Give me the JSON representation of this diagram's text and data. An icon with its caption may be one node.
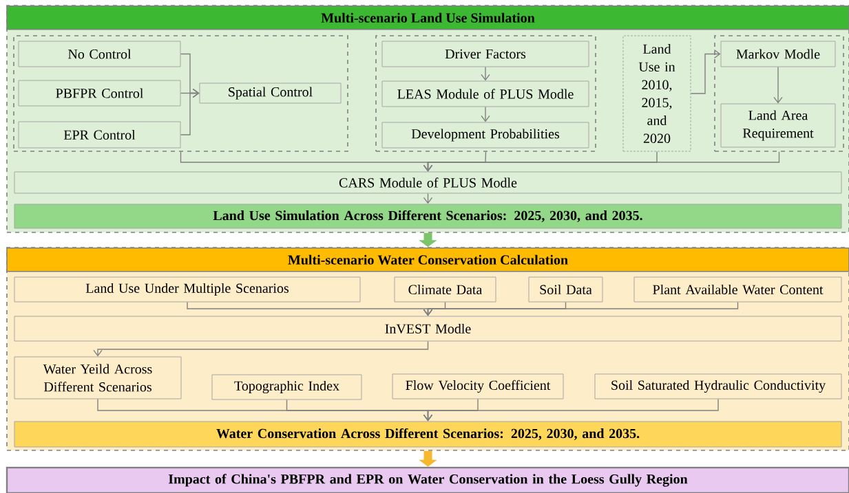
{
  "diagram": {
    "nodes": [
      {
        "text": [
          "Multi-scenario Land Use Simulation"
        ]
      },
      {
        "text": [],
        "shape": "box",
        "in": 0
      },
      {
        "text": [
          "No Control"
        ],
        "in": 1
      },
      {
        "text": [
          "PBFPR Control"
        ],
        "in": 1
      },
      {
        "text": [
          "EPR Control"
        ],
        "in": 1
      },
      {
        "text": [
          "Spatial Control"
        ],
        "in": 1
      },
      {
        "text": [],
        "shape": "box",
        "in": 0
      },
      {
        "text": [
          "Driver Factors"
        ],
        "in": 6
      },
      {
        "text": [
          "LEAS Module of PLUS Modle"
        ],
        "in": 6
      },
      {
        "text": [
          "Development Probabilities"
        ],
        "in": 6
      },
      {
        "text": [
          "Land Use in 2010, 2015, and 2020"
        ],
        "in": 0
      },
      {
        "text": [],
        "shape": "box",
        "in": 0
      },
      {
        "text": [
          "Markov Modle"
        ],
        "in": 11
      },
      {
        "text": [
          "Land Area Requirement"
        ],
        "in": 11
      },
      {
        "text": [
          "CARS Module of PLUS Modle"
        ],
        "in": 0
      },
      {
        "text": [
          "Land Use Simulation Across Different Scenarios: 2025, 2030, and 2035."
        ],
        "in": 0
      },
      {
        "text": [
          "Multi-scenario Water Conservation Calculation"
        ]
      },
      {
        "text": [
          "Land Use Under Multiple Scenarios"
        ],
        "in": 16
      },
      {
        "text": [
          "Climate Data"
        ],
        "in": 16
      },
      {
        "text": [
          "Soil Data"
        ],
        "in": 16
      },
      {
        "text": [
          "Plant Available Water Content"
        ],
        "in": 16
      },
      {
        "text": [
          "InVEST Modle"
        ],
        "in": 16
      },
      {
        "text": [
          "Water Yeild Across Different Scenarios"
        ],
        "in": 16
      },
      {
        "text": [
          "Topographic Index"
        ],
        "in": 16
      },
      {
        "text": [
          "Flow Velocity Coefficient"
        ],
        "in": 16
      },
      {
        "text": [
          "Soil Saturated Hydraulic Conductivity"
        ],
        "in": 16
      },
      {
        "text": [
          "Water Conservation Across Different Scenarios: 2025, 2030, and 2035."
        ],
        "in": 16
      },
      {
        "text": [
          "Impact of China's PBFPR and EPR on Water Conservation in the Loess Gully Region"
        ]
      }
    ],
    "edges": [
      {
        "from": 2,
        "to": 5,
        "arrow": "to"
      },
      {
        "from": 3,
        "to": 5,
        "arrow": "to"
      },
      {
        "from": 4,
        "to": 5,
        "arrow": "to"
      },
      {
        "from": 7,
        "to": 8,
        "arrow": "to"
      },
      {
        "from": 8,
        "to": 9,
        "arrow": "to"
      },
      {
        "from": 10,
        "to": 12,
        "arrow": "to"
      },
      {
        "from": 12,
        "to": 13,
        "arrow": "to"
      },
      {
        "from": 1,
        "to": 14,
        "arrow": "to"
      },
      {
        "from": 6,
        "to": 14,
        "arrow": "to"
      },
      {
        "from": 10,
        "to": 14,
        "arrow": "to"
      },
      {
        "from": 11,
        "to": 14,
        "arrow": "to"
      },
      {
        "from": 14,
        "to": 15,
        "arrow": "to"
      },
      {
        "from": 0,
        "to": 16,
        "arrow": "to",
        "style": "thick",
        "color": "#7cc46a"
      },
      {
        "from": 17,
        "to": 21,
        "arrow": "to"
      },
      {
        "from": 18,
        "to": 21,
        "arrow": "to"
      },
      {
        "from": 19,
        "to": 21,
        "arrow": "to"
      },
      {
        "from": 20,
        "to": 21,
        "arrow": "to"
      },
      {
        "from": 21,
        "to": 22,
        "arrow": "to"
      },
      {
        "from": 22,
        "to": 26,
        "arrow": "to"
      },
      {
        "from": 23,
        "to": 26,
        "arrow": "to"
      },
      {
        "from": 24,
        "to": 26,
        "arrow": "to"
      },
      {
        "from": 25,
        "to": 26,
        "arrow": "to"
      },
      {
        "from": 16,
        "to": 27,
        "arrow": "to",
        "style": "thick",
        "color": "#f5b82e"
      }
    ]
  }
}
